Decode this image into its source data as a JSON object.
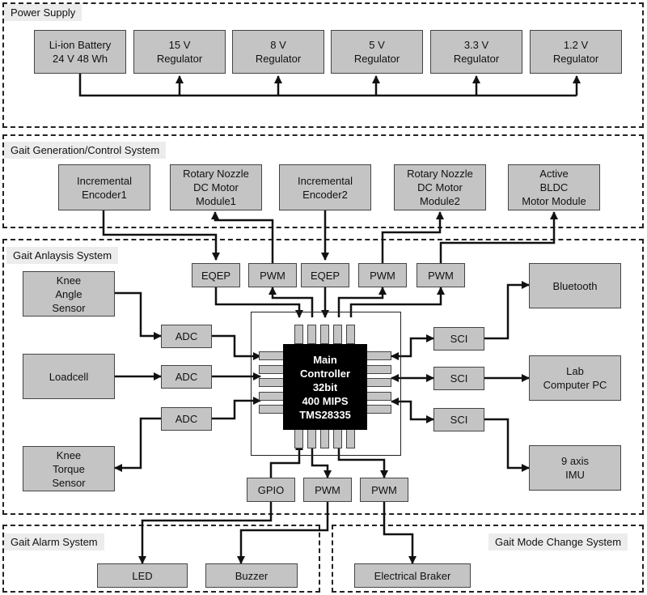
{
  "sections": {
    "power": "Power Supply",
    "gait_gen": "Gait Generation/Control System",
    "gait_analysis": "Gait Anlaysis System",
    "alarm": "Gait Alarm System",
    "mode": "Gait Mode Change System"
  },
  "power": {
    "battery": "Li-ion Battery\n24 V 48 Wh",
    "reg15": "15 V\nRegulator",
    "reg8": "8 V\nRegulator",
    "reg5": "5 V\nRegulator",
    "reg33": "3.3 V\nRegulator",
    "reg12": "1.2 V\nRegulator"
  },
  "gait_gen": {
    "encoder1": "Incremental\nEncoder1",
    "nozzle1": "Rotary Nozzle\nDC Motor\nModule1",
    "encoder2": "Incremental\nEncoder2",
    "nozzle2": "Rotary Nozzle\nDC Motor\nModule2",
    "bldc": "Active\nBLDC\nMotor Module"
  },
  "peripherals": {
    "eqep": "EQEP",
    "pwm": "PWM",
    "adc": "ADC",
    "sci": "SCI",
    "gpio": "GPIO"
  },
  "controller": "Main\nController\n32bit\n400 MIPS\nTMS28335",
  "sensors": {
    "knee_angle": "Knee\nAngle\nSensor",
    "loadcell": "Loadcell",
    "knee_torque": "Knee\nTorque\nSensor"
  },
  "outputs": {
    "bluetooth": "Bluetooth",
    "lab_pc": "Lab\nComputer PC",
    "imu": "9 axis\nIMU",
    "led": "LED",
    "buzzer": "Buzzer",
    "brake": "Electrical Braker"
  }
}
